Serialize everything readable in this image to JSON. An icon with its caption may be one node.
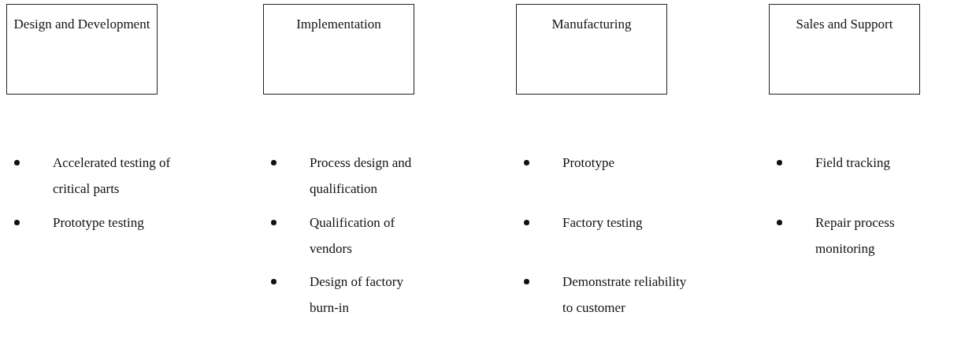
{
  "diagram": {
    "nodes": [
      {
        "text": [
          "Design and Development"
        ],
        "beside": [
          "Accelerated testing of critical parts",
          "Prototype testing"
        ]
      },
      {
        "text": [
          "Implementation"
        ],
        "beside": [
          "Process design and qualification",
          "Qualification of vendors",
          "Design of factory burn-in"
        ]
      },
      {
        "text": [
          "Manufacturing"
        ],
        "beside": [
          "Prototype",
          "Factory testing",
          "Demonstrate reliability to customer"
        ]
      },
      {
        "text": [
          "Sales and Support"
        ],
        "beside": [
          "Field tracking",
          "Repair process monitoring"
        ]
      }
    ]
  }
}
